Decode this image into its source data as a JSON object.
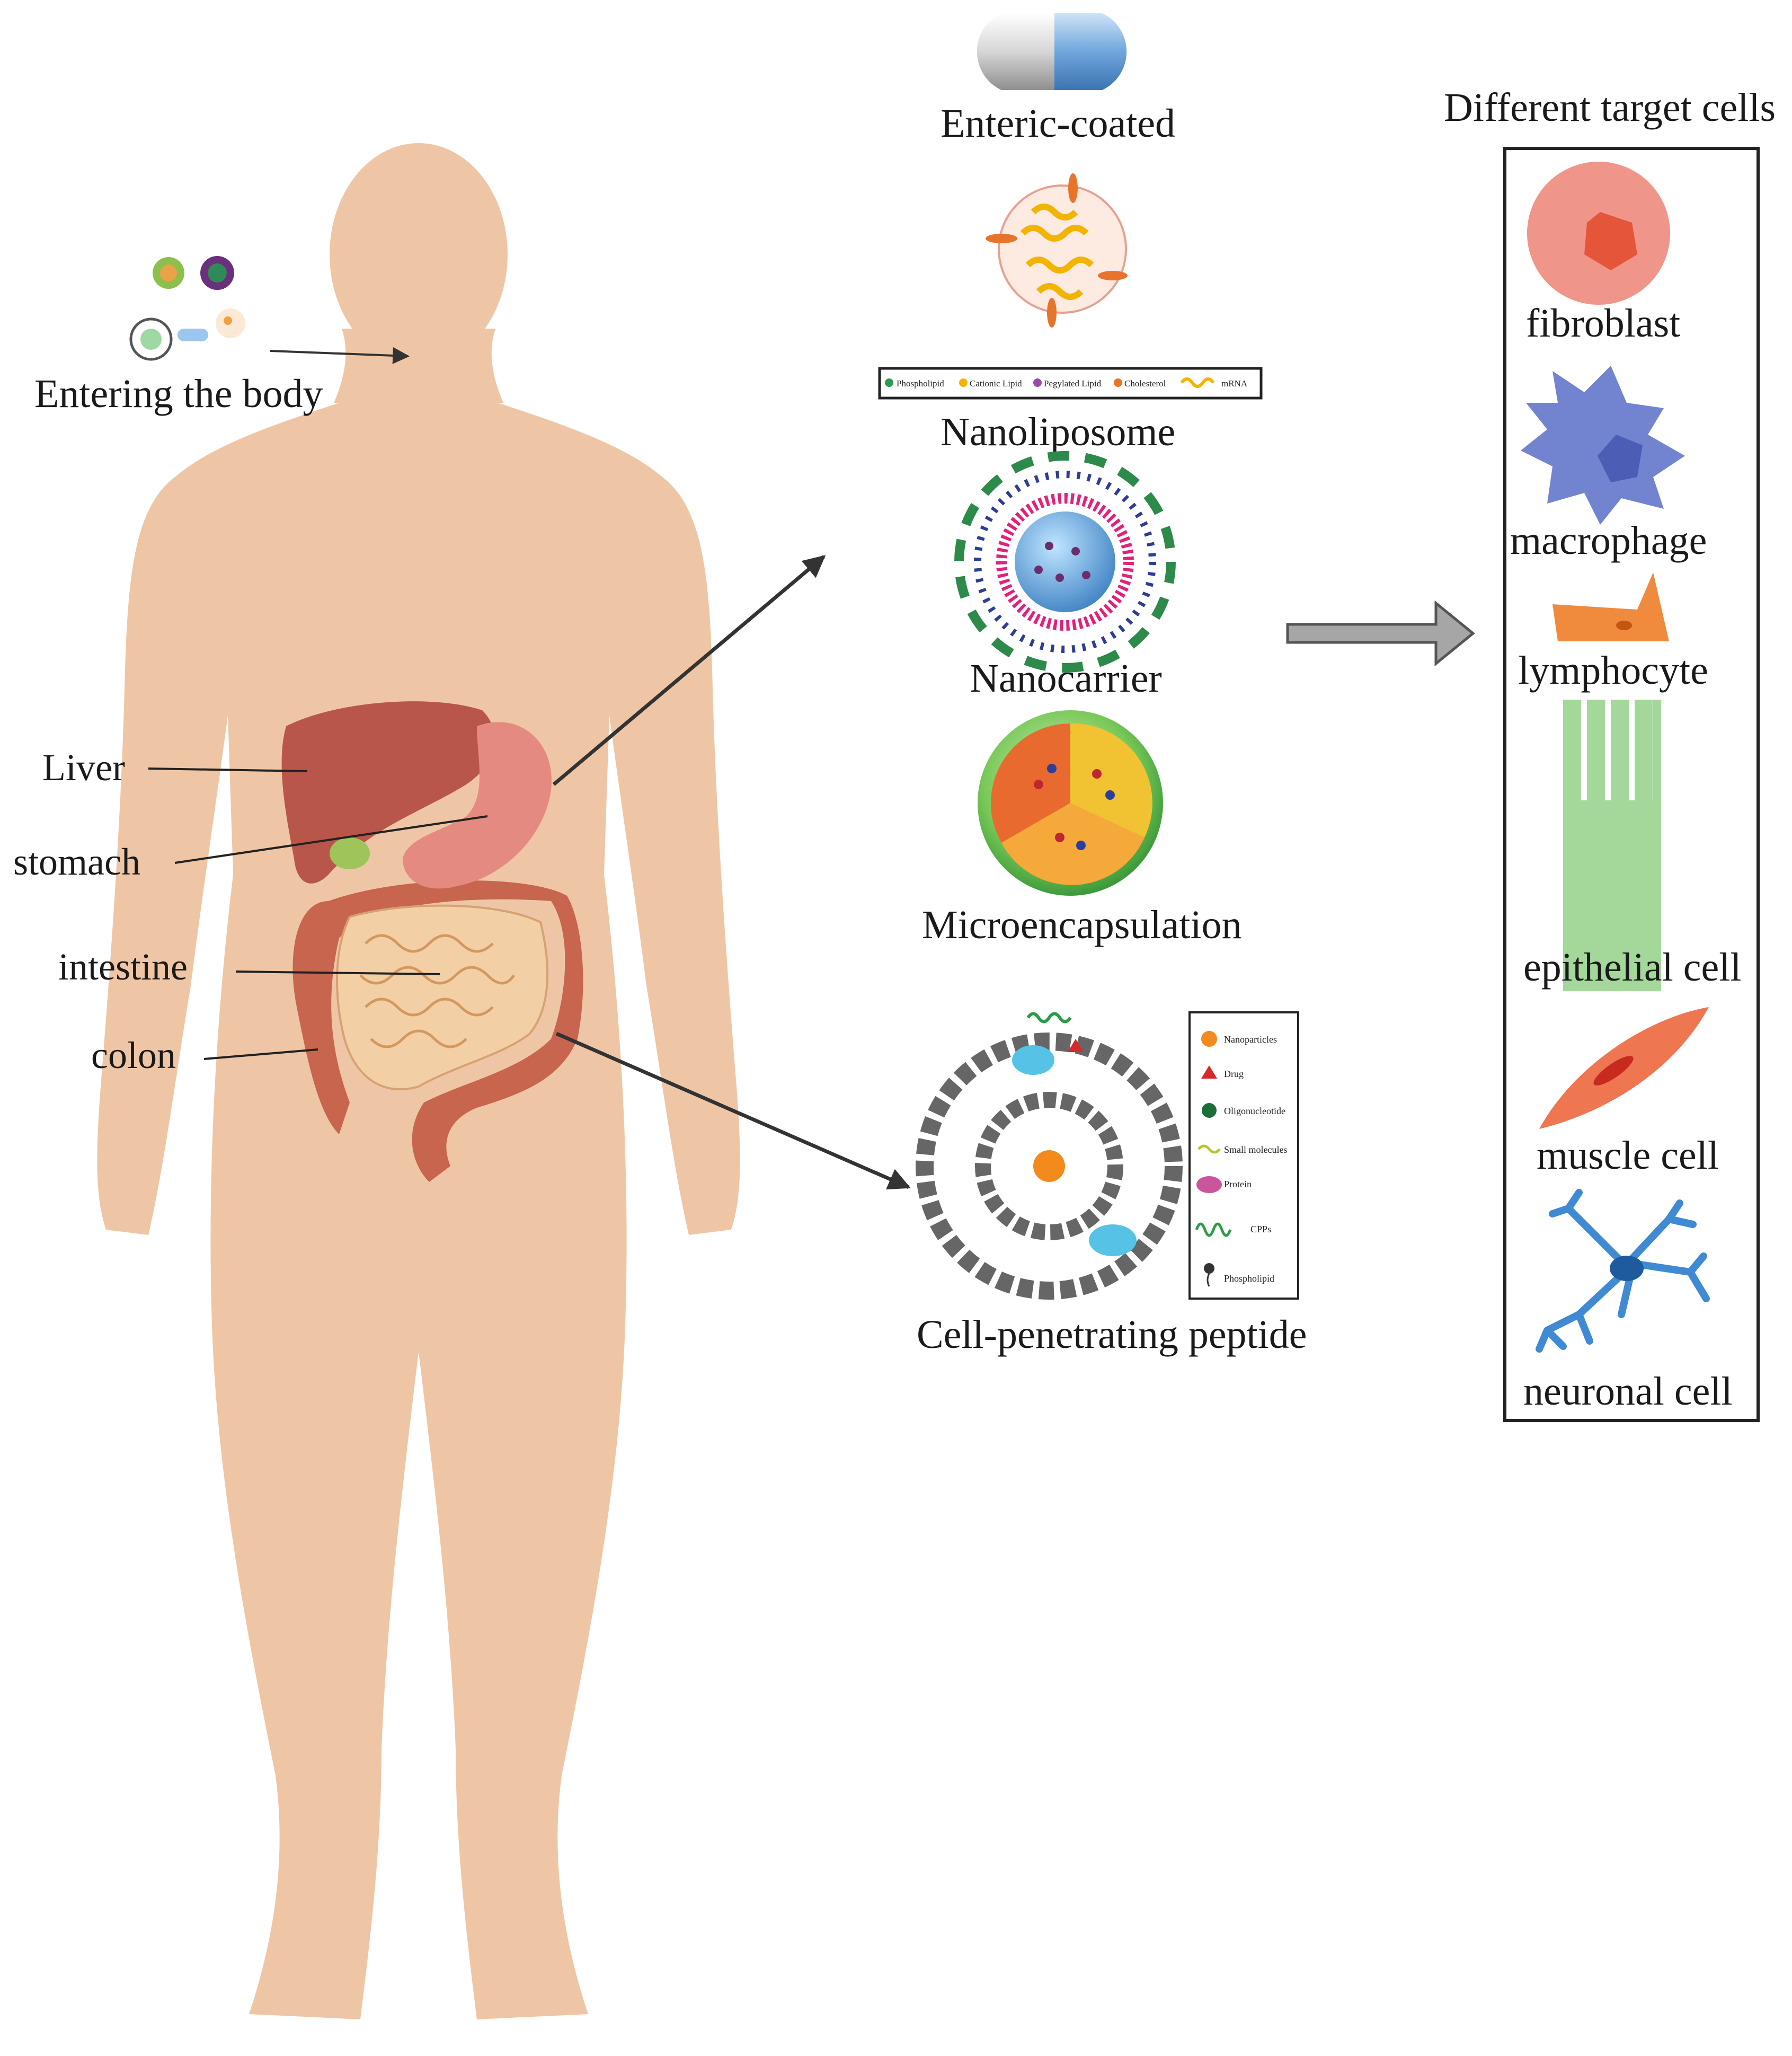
{
  "entry": {
    "label": "Entering the body"
  },
  "organs": {
    "liver": "Liver",
    "stomach": "stomach",
    "intestine": "intestine",
    "colon": "colon"
  },
  "carriers": {
    "enteric": "Enteric-coated",
    "nanoliposome": "Nanoliposome",
    "nanocarrier": "Nanocarrier",
    "microencapsulation": "Microencapsulation",
    "cpp": "Cell-penetrating peptide"
  },
  "nanoliposome_legend": [
    "Phospholipid",
    "Cationic Lipid",
    "Pegylated Lipid",
    "Cholesterol",
    "mRNA"
  ],
  "cpp_legend": [
    "Nanoparticles",
    "Drug",
    "Oligonucleotide",
    "Small molecules",
    "Protein",
    "CPPs",
    "Phospholipid"
  ],
  "targets": {
    "title": "Different target cells",
    "cells": [
      "fibroblast",
      "macrophage",
      "lymphocyte",
      "epithelial cell",
      "muscle cell",
      "neuronal cell"
    ]
  },
  "colors": {
    "skin": "#efc6a5",
    "liver": "#b9564a",
    "stomach": "#e58a80",
    "intestine": "#f3cfa5",
    "colon": "#c8654f",
    "fibroblast": "#f0958a",
    "macrophage": "#7283cf",
    "lymphocyte": "#f08a3c",
    "epithelial": "#a4d89b",
    "muscle": "#ee7752",
    "neuron": "#3f8ad2"
  }
}
